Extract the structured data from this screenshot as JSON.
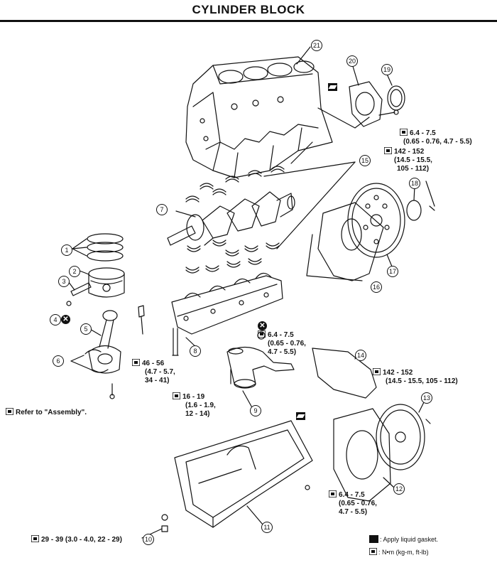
{
  "title": "CYLINDER BLOCK",
  "torque": {
    "t_seal_retainer": [
      "6.4 - 7.5",
      "(0.65 - 0.76, 4.7 - 5.5)"
    ],
    "t_flywheel": [
      "142 - 152",
      "(14.5 - 15.5,",
      "105 - 112)"
    ],
    "t_oil_strainer": [
      "6.4 - 7.5",
      "(0.65 - 0.76,",
      "4.7 - 5.5)"
    ],
    "t_main_cap": [
      "46 - 56",
      "(4.7 - 5.7,",
      "34 - 41)"
    ],
    "t_strainer_bolt": [
      "16 - 19",
      "(1.6 - 1.9,",
      "12 - 14)"
    ],
    "t_drive_plate": [
      "142 - 152",
      "(14.5 - 15.5, 105 - 112)"
    ],
    "t_rear_plate": [
      "6.4 - 7.5",
      "(0.65 - 0.76,",
      "4.7 - 5.5)"
    ],
    "t_drain_plug": [
      "29 - 39 (3.0 - 4.0, 22 - 29)"
    ],
    "conrod": [
      "Refer to \"Assembly\"."
    ]
  },
  "callouts": [
    "1",
    "2",
    "3",
    "4",
    "5",
    "6",
    "7",
    "8",
    "9",
    "10",
    "11",
    "12",
    "13",
    "14",
    "15",
    "16",
    "17",
    "18",
    "19",
    "20",
    "21"
  ],
  "legend": {
    "gasket_text": ": Apply liquid gasket.",
    "torque_text": ": N•m (kg-m, ft-lb)",
    "gasket_icon": "liquid-gasket-icon",
    "torque_icon": "torque-wrench-icon"
  }
}
